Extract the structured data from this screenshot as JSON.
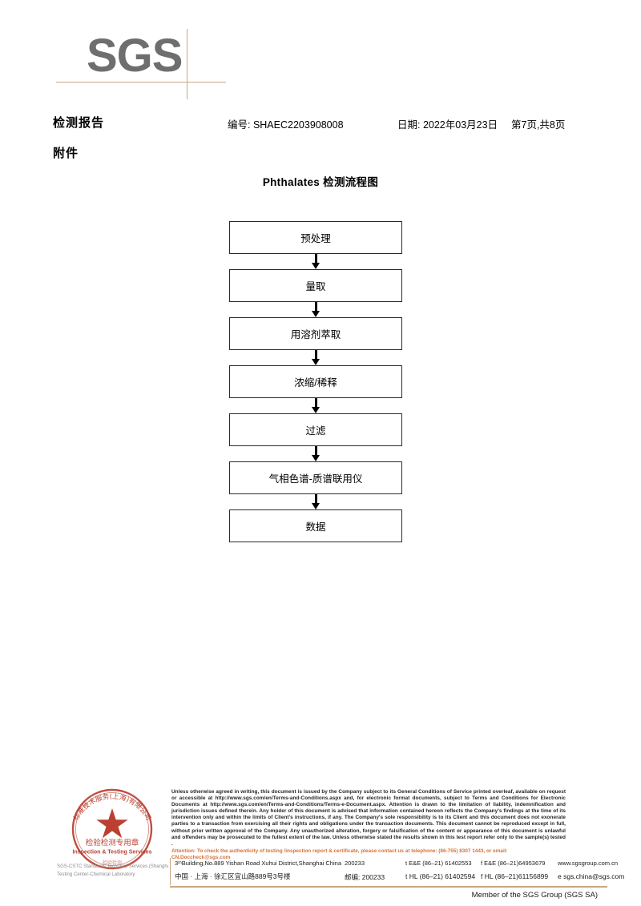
{
  "logo": {
    "wordmark": "SGS"
  },
  "header": {
    "title": "检测报告",
    "subtitle": "附件",
    "ref_label": "编号:",
    "ref_no": "编号: SHAEC2203908008",
    "date": "日期: 2022年03月23日",
    "page": "第7页,共8页"
  },
  "flowchart": {
    "title": "Phthalates 检测流程图",
    "nodes": [
      {
        "label": "预处理"
      },
      {
        "label": "量取"
      },
      {
        "label": "用溶剂萃取"
      },
      {
        "label": "浓缩/稀释"
      },
      {
        "label": "过滤"
      },
      {
        "label": "气相色谱-质谱联用仪"
      },
      {
        "label": "数据"
      }
    ]
  },
  "seal": {
    "cn_text": "检验检测专用章",
    "en_text": "Inspection & Testing Services",
    "arc_top": "标准技术服务(上海)有限公司",
    "arc_bottom": "检验检测",
    "overlay_line1": "SGS-CSTC Standards Technical Services (Shanghai) Co.,Ltd.",
    "overlay_line2": "Testing Center-Chemical Laboratory",
    "color": "#b5301f"
  },
  "footer": {
    "legal": "Unless otherwise agreed in writing, this document is issued by the Company subject to its General Conditions of Service printed overleaf, available on request or accessible at http://www.sgs.com/en/Terms-and-Conditions.aspx and, for electronic format documents, subject to Terms and Conditions for Electronic Documents at http://www.sgs.com/en/Terms-and-Conditions/Terms-e-Document.aspx. Attention is drawn to the limitation of liability, indemnification and jurisdiction issues defined therein. Any holder of this document is advised that information contained hereon reflects the Company's findings at the time of its intervention only and within the limits of Client's instructions, if any. The Company's sole responsibility is to its Client and this document does not exonerate parties to a transaction from exercising all their rights and obligations under the transaction documents. This document cannot be reproduced except in full, without prior written approval of the Company. Any unauthorized alteration, forgery or falsification of the content or appearance of this document is unlawful and offenders may be prosecuted to the fullest extent of the law. Unless otherwise stated the results shown in this test report refer only to the sample(s) tested .",
    "attention": "Attention: To check the authenticity of testing /inspection report & certificate, please contact us at telephone: (86-755) 8307 1443, or email: CN.Doccheck@sgs.com",
    "attention_color": "#d4733a",
    "address_rows": [
      {
        "street": "3ᵗʰBuilding,No.889 Yishan Road Xuhui District,Shanghai China",
        "zip": "200233",
        "tel": "t E&E (86–21) 61402553",
        "fax": "f E&E (86–21)64953679",
        "web": "www.sgsgroup.com.cn"
      },
      {
        "street": "中国 · 上海 · 徐汇区宜山路889号3号楼",
        "zip": "邮编: 200233",
        "tel": "t HL (86–21) 61402594",
        "fax": "f HL (86–21)61156899",
        "web": "e sgs.china@sgs.com"
      }
    ],
    "member": "Member of the SGS Group (SGS SA)"
  }
}
